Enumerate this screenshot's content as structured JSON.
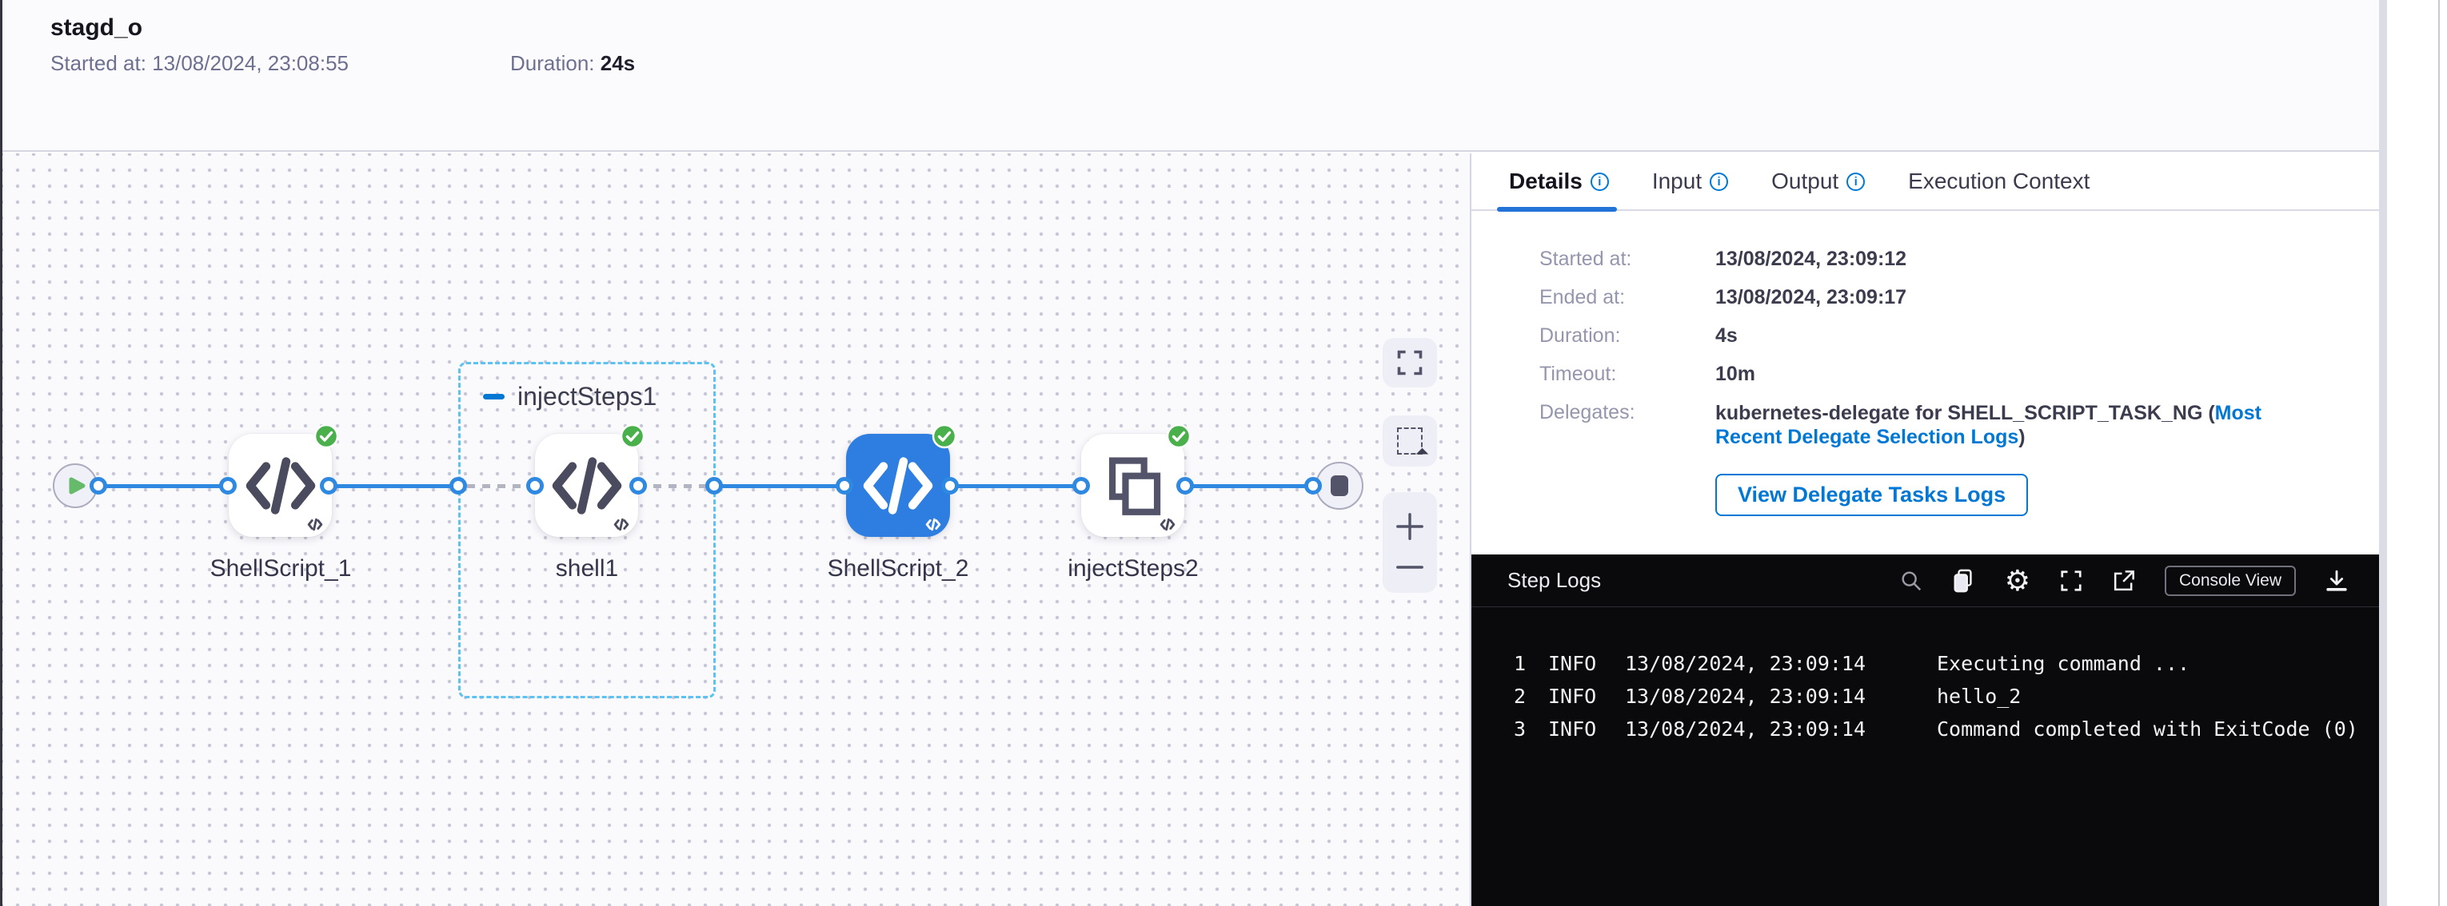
{
  "header": {
    "title": "stagd_o",
    "started_label": "Started at:",
    "started_value": "13/08/2024, 23:08:55",
    "duration_label": "Duration:",
    "duration_value": "24s"
  },
  "canvas": {
    "group_label": "injectSteps1",
    "node1_label": "ShellScript_1",
    "node2_label": "shell1",
    "node3_label": "ShellScript_2",
    "node4_label": "injectSteps2"
  },
  "tabs": {
    "details": "Details",
    "input": "Input",
    "output": "Output",
    "execution_context": "Execution Context",
    "info_glyph": "i"
  },
  "details": {
    "rows": [
      {
        "label": "Started at:",
        "value": "13/08/2024, 23:09:12"
      },
      {
        "label": "Ended at:",
        "value": "13/08/2024, 23:09:17"
      },
      {
        "label": "Duration:",
        "value": "4s"
      },
      {
        "label": "Timeout:",
        "value": "10m"
      }
    ],
    "delegates_label": "Delegates:",
    "delegates_text_before": "kubernetes-delegate for SHELL_SCRIPT_TASK_NG (",
    "delegates_link": "Most Recent Delegate Selection Logs",
    "delegates_text_after": ")",
    "button_label": "View Delegate Tasks Logs"
  },
  "logs": {
    "title": "Step Logs",
    "console_view_label": "Console View",
    "lines": [
      {
        "num": "1",
        "level": "INFO",
        "timestamp": "13/08/2024, 23:09:14",
        "message": "Executing command ..."
      },
      {
        "num": "2",
        "level": "INFO",
        "timestamp": "13/08/2024, 23:09:14",
        "message": "hello_2"
      },
      {
        "num": "3",
        "level": "INFO",
        "timestamp": "13/08/2024, 23:09:14",
        "message": "Command completed with ExitCode (0)"
      }
    ]
  },
  "colors": {
    "accent_blue": "#0278d5",
    "edge_blue": "#2f89e0",
    "selected_node_blue": "#2e7ee2",
    "success_green": "#49b04c",
    "container_dash_blue": "#5bc2f2",
    "log_bg": "#0a0a0d"
  }
}
